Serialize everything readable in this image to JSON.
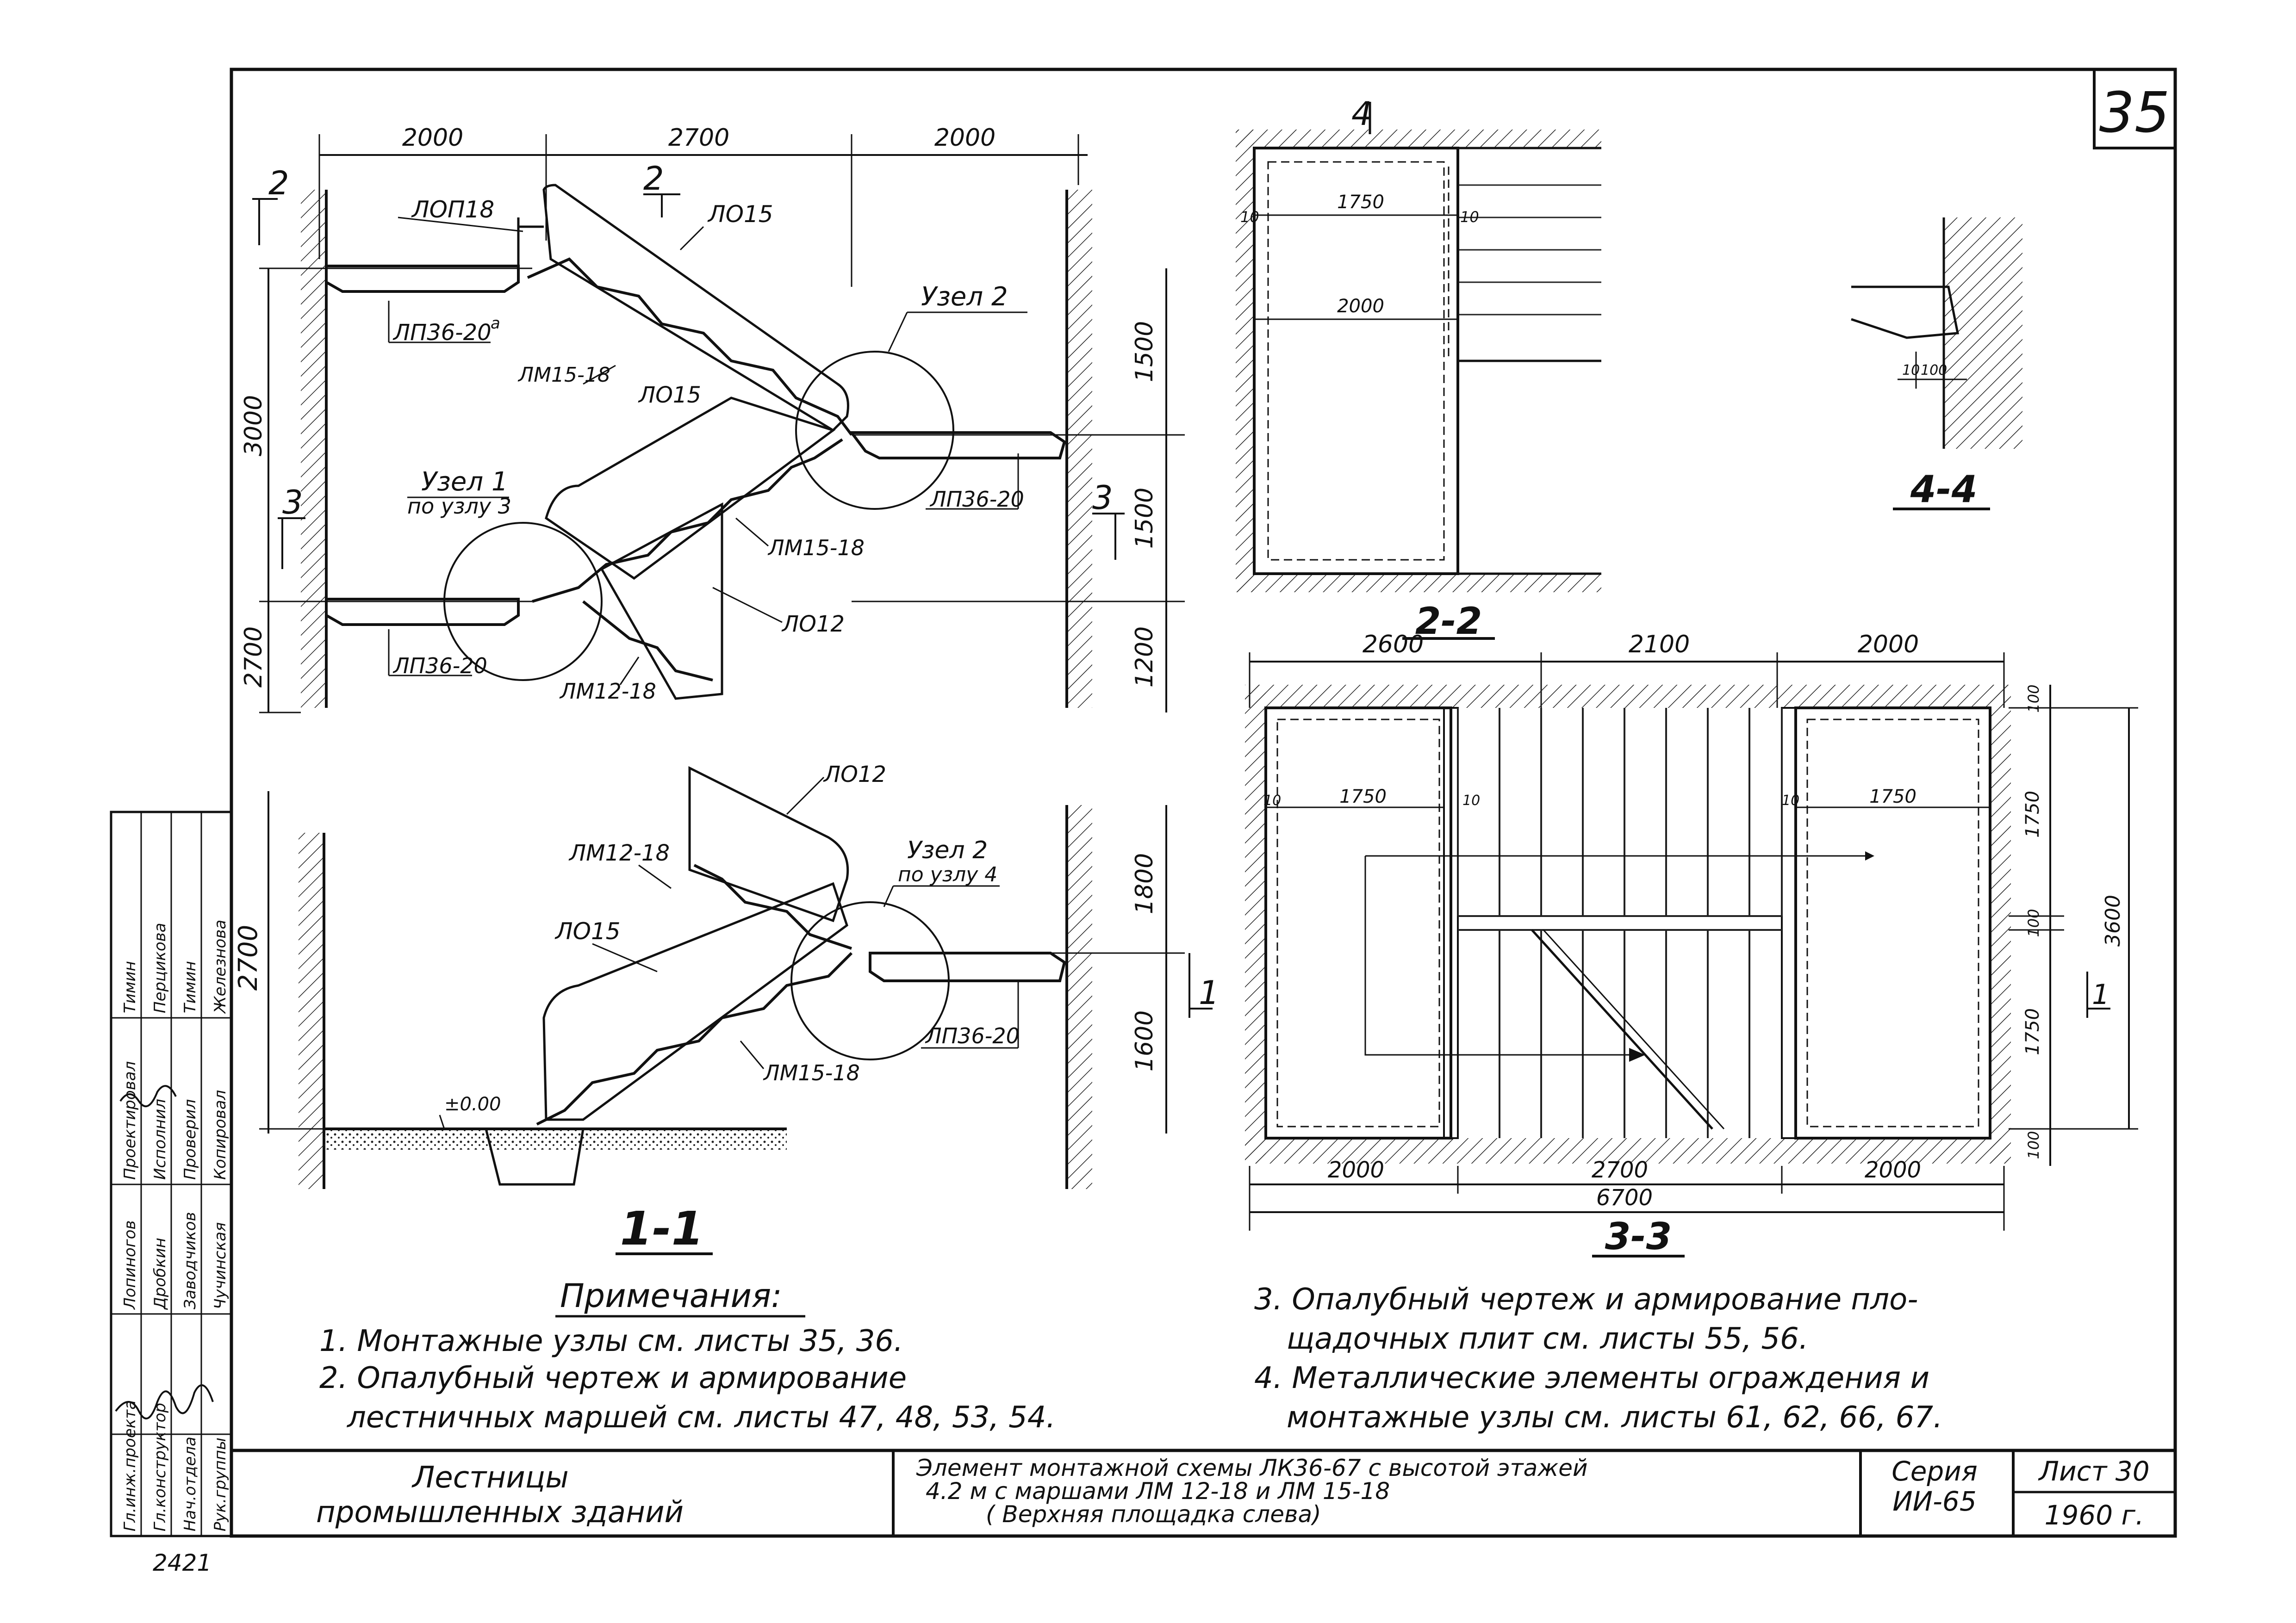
{
  "sheet": {
    "corner_number": "35",
    "handwritten_code": "2421"
  },
  "section_1_1": {
    "title": "1-1",
    "dims_top": [
      "2000",
      "2700",
      "2000"
    ],
    "dims_right": [
      "1500",
      "1500",
      "1200",
      "1800",
      "1600"
    ],
    "dims_left": [
      "3000",
      "2700",
      "2700"
    ],
    "level": "±0.00",
    "labels": {
      "lop18": "ЛОП18",
      "lo15_a": "ЛО15",
      "lo15_b": "ЛО15",
      "lo15_c": "ЛО15",
      "lo12_a": "ЛО12",
      "lo12_b": "ЛО12",
      "lp_top": "ЛП36-20",
      "lp_top_sup": "а",
      "lp_mid": "ЛП36-20",
      "lp_left": "ЛП36-20",
      "lp_low": "ЛП36-20",
      "lm15_a": "ЛМ15-18",
      "lm15_b": "ЛМ15-18",
      "lm15_c": "ЛМ15-18",
      "lm12_a": "ЛМ12-18",
      "lm12_b": "ЛМ12-18",
      "node2_a": "Узел 2",
      "node1": "Узел 1",
      "node1_sub": "по узлу 3",
      "node2_b": "Узел 2",
      "node2_b_sub": "по узлу 4"
    },
    "cut_marks": [
      "2",
      "2",
      "3",
      "3",
      "1"
    ]
  },
  "section_2_2": {
    "title": "2-2",
    "cut_mark": "4",
    "dims": [
      "10",
      "1750",
      "10",
      "2000"
    ]
  },
  "section_4_4": {
    "title": "4-4",
    "dims": [
      "10",
      "100"
    ]
  },
  "section_3_3": {
    "title": "3-3",
    "dims_top": [
      "2600",
      "2100",
      "2000"
    ],
    "dims_bottom": [
      "2000",
      "2700",
      "2000"
    ],
    "dim_total": "6700",
    "dims_right": [
      "100",
      "1750",
      "100",
      "1750",
      "100"
    ],
    "dim_right_total": "3600",
    "inner": [
      "10",
      "1750",
      "10",
      "10",
      "1750"
    ],
    "cut_mark": "1"
  },
  "notes": {
    "heading": "Примечания:",
    "items": [
      "1. Монтажные узлы см. листы 35, 36.",
      "2. Опалубный чертеж и армирование",
      "лестничных маршей см. листы 47, 48, 53, 54.",
      "3. Опалубный чертеж и армирование пло-",
      "щадочных плит см. листы 55, 56.",
      "4. Металлические элементы ограждения и",
      "монтажные узлы см. листы 61, 62, 66, 67."
    ]
  },
  "title_block": {
    "name_line1": "Лестницы",
    "name_line2": "промышленных      зданий",
    "desc_line1": "Элемент монтажной схемы ЛК36-67 с высотой этажей",
    "desc_line2": "4.2 м с маршами  ЛМ 12-18  и  ЛМ 15-18",
    "desc_line3": "( Верхняя площадка слева)",
    "series_label": "Серия",
    "series_value": "ИИ-65",
    "sheet_label": "Лист 30",
    "year": "1960 г."
  },
  "stamp": {
    "roles": [
      "Гл.инж.проекта",
      "Гл.конструктор",
      "Нач.отдела",
      "Рук.группы"
    ],
    "roles2": [
      "Проектировал",
      "Исполнил",
      "Проверил",
      "Копировал"
    ],
    "names": [
      "Лопиногов",
      "Дробкин",
      "Заводчиков",
      "Чучинская"
    ],
    "names2": [
      "Тимин",
      "Перцикова",
      "Тимин",
      "Железнова"
    ]
  }
}
